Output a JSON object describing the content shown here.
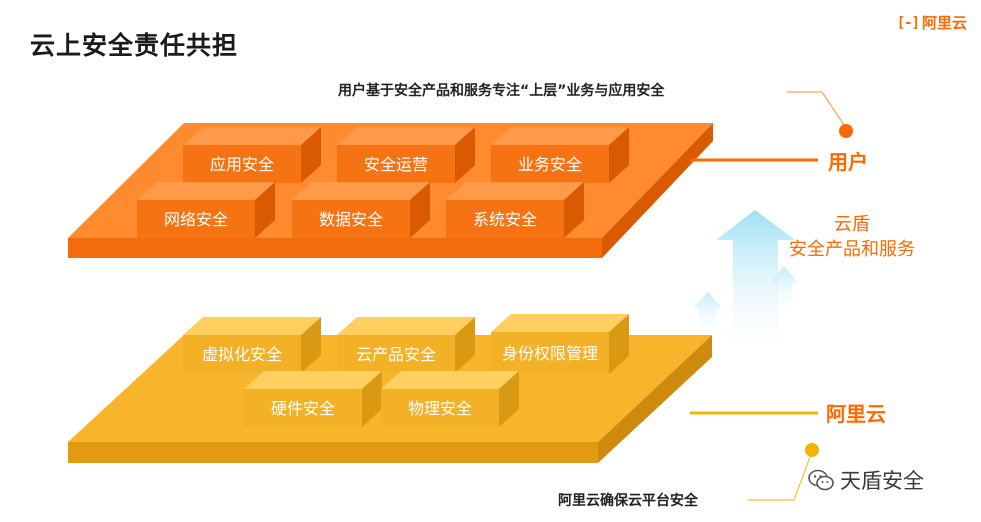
{
  "title": "云上安全责任共担",
  "logo": {
    "mark": "[-]",
    "text": "阿里云"
  },
  "top_note": "用户基于安全产品和服务专注“上层”业务与应用安全",
  "bottom_note": "阿里云确保云平台安全",
  "user_label": "用户",
  "aliyun_label": "阿里云",
  "dun": {
    "line1": "云盾",
    "line2": "安全产品和服务"
  },
  "watermark": "天盾安全",
  "user_layer": {
    "boxes": [
      "应用安全",
      "安全运营",
      "业务安全",
      "网络安全",
      "数据安全",
      "系统安全"
    ]
  },
  "cloud_layer": {
    "boxes": [
      "虚拟化安全",
      "云产品安全",
      "身份权限管理",
      "硬件安全",
      "物理安全"
    ]
  },
  "colors": {
    "accent": "#ff6a00",
    "top_plate": "#ff8a2b",
    "bottom_plate": "#f7b52c",
    "arrow": "#bfeaf6"
  }
}
